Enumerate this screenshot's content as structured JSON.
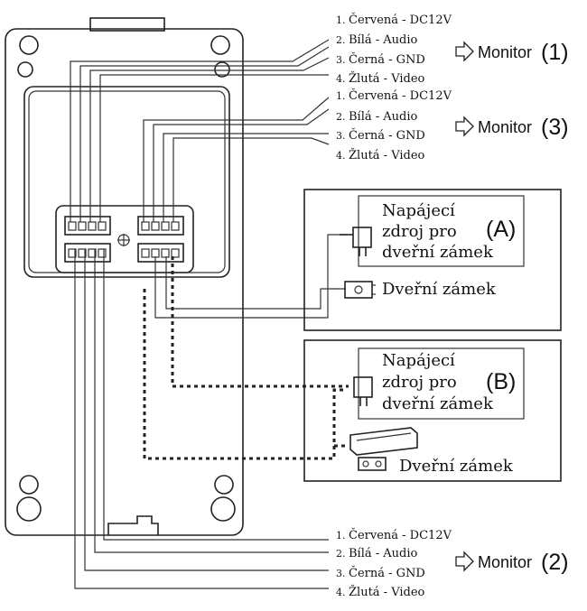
{
  "groups": [
    {
      "id": "monitor-1",
      "wires": [
        "Červená - DC12V",
        "Bílá - Audio",
        "Černá - GND",
        "Žlutá - Video"
      ],
      "numbers": [
        "1.",
        "2.",
        "3.",
        "4."
      ],
      "monitor_label": "Monitor",
      "monitor_number": "(1)"
    },
    {
      "id": "monitor-3",
      "wires": [
        "Červená - DC12V",
        "Bílá - Audio",
        "Černá - GND",
        "Žlutá - Video"
      ],
      "numbers": [
        "1.",
        "2.",
        "3.",
        "4."
      ],
      "monitor_label": "Monitor",
      "monitor_number": "(3)"
    },
    {
      "id": "monitor-2",
      "wires": [
        "Červená - DC12V",
        "Bílá - Audio",
        "Černá - GND",
        "Žlutá - Video"
      ],
      "numbers": [
        "1.",
        "2.",
        "3.",
        "4."
      ],
      "monitor_label": "Monitor",
      "monitor_number": "(2)"
    }
  ],
  "option_a": {
    "power_label_lines": [
      "Napájecí",
      "zdroj pro",
      "dveřní zámek"
    ],
    "option_letter": "(A)",
    "lock_label": "Dveřní zámek"
  },
  "option_b": {
    "power_label_lines": [
      "Napájecí",
      "zdroj pro",
      "dveřní zámek"
    ],
    "option_letter": "(B)",
    "lock_label": "Dveřní zámek"
  }
}
